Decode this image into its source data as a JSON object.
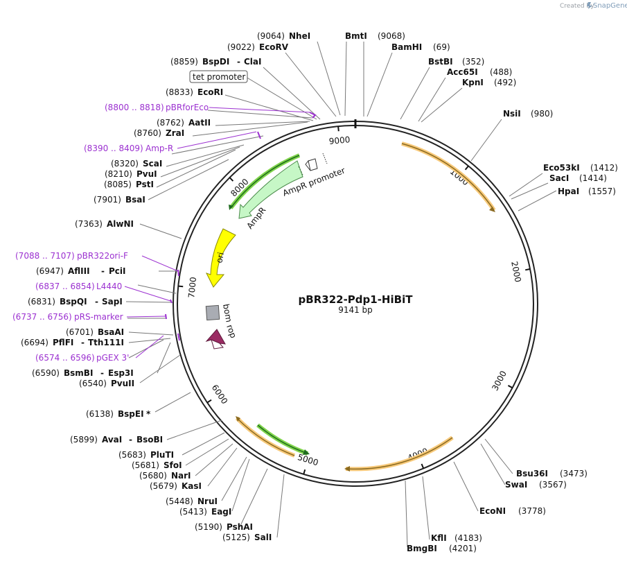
{
  "credit": {
    "prefix": "Created by",
    "brand": "SnapGene"
  },
  "plasmid": {
    "name": "pBR322-Pdp1-HiBiT",
    "length_label": "9141 bp"
  },
  "ticks": [
    "1000",
    "2000",
    "3000",
    "4000",
    "5000",
    "6000",
    "7000",
    "8000",
    "9000"
  ],
  "features": {
    "ampr": "AmpR",
    "ampr_promoter": "AmpR promoter",
    "ori": "ori",
    "bom": "bom",
    "rop": "rop"
  },
  "boxed_label": "tet promoter",
  "right_sites": [
    {
      "name": "BmtI",
      "pos": "(9068)"
    },
    {
      "name": "BamHI",
      "pos": "(69)"
    },
    {
      "name": "BstBI",
      "pos": "(352)"
    },
    {
      "name": "Acc65I",
      "pos": "(488)"
    },
    {
      "name": "KpnI",
      "pos": "(492)"
    },
    {
      "name": "NsiI",
      "pos": "(980)"
    },
    {
      "name": "Eco53kI",
      "pos": "(1412)"
    },
    {
      "name": "SacI",
      "pos": "(1414)"
    },
    {
      "name": "HpaI",
      "pos": "(1557)"
    },
    {
      "name": "Bsu36I",
      "pos": "(3473)"
    },
    {
      "name": "SwaI",
      "pos": "(3567)"
    },
    {
      "name": "EcoNI",
      "pos": "(3778)"
    },
    {
      "name": "KflI",
      "pos": "(4183)"
    },
    {
      "name": "BmgBI",
      "pos": "(4201)"
    }
  ],
  "left_sites": [
    {
      "pos": "(9064)",
      "name": "NheI"
    },
    {
      "pos": "(9022)",
      "name": "EcoRV"
    },
    {
      "pos": "(8859)",
      "name": "BspDI",
      "alt": "ClaI"
    },
    {
      "pos": "(8833)",
      "name": "EcoRI"
    },
    {
      "pos": "(8762)",
      "name": "AatII"
    },
    {
      "pos": "(8760)",
      "name": "ZraI"
    },
    {
      "pos": "(8320)",
      "name": "ScaI"
    },
    {
      "pos": "(8210)",
      "name": "PvuI"
    },
    {
      "pos": "(8085)",
      "name": "PstI"
    },
    {
      "pos": "(7901)",
      "name": "BsaI"
    },
    {
      "pos": "(7363)",
      "name": "AlwNI"
    },
    {
      "pos": "(6947)",
      "name": "AflIII",
      "alt": "PciI"
    },
    {
      "pos": "(6831)",
      "name": "BspQI",
      "alt": "SapI"
    },
    {
      "pos": "(6701)",
      "name": "BsaAI"
    },
    {
      "pos": "(6694)",
      "name": "PflFI",
      "alt": "Tth111I"
    },
    {
      "pos": "(6590)",
      "name": "BsmBI",
      "alt": "Esp3I"
    },
    {
      "pos": "(6540)",
      "name": "PvuII"
    },
    {
      "pos": "(6138)",
      "name": "BspEI",
      "star": "*"
    },
    {
      "pos": "(5899)",
      "name": "AvaI",
      "alt": "BsoBI"
    },
    {
      "pos": "(5683)",
      "name": "PluTI"
    },
    {
      "pos": "(5681)",
      "name": "SfoI"
    },
    {
      "pos": "(5680)",
      "name": "NarI"
    },
    {
      "pos": "(5679)",
      "name": "KasI"
    },
    {
      "pos": "(5448)",
      "name": "NruI"
    },
    {
      "pos": "(5413)",
      "name": "EagI"
    },
    {
      "pos": "(5190)",
      "name": "PshAI"
    },
    {
      "pos": "(5125)",
      "name": "SalI"
    }
  ],
  "primers": [
    {
      "range": "(8800 .. 8818)",
      "name": "pBRforEco"
    },
    {
      "range": "(8390 .. 8409)",
      "name": "Amp-R"
    },
    {
      "range": "(7088 .. 7107)",
      "name": "pBR322ori-F"
    },
    {
      "range": "(6837 .. 6854)",
      "name": "L4440"
    },
    {
      "range": "(6737 .. 6756)",
      "name": "pRS-marker"
    },
    {
      "range": "(6574 .. 6596)",
      "name": "pGEX 3'"
    }
  ],
  "colors": {
    "ampr": "#c6f7c6",
    "ori": "#ffff00",
    "bom": "#a9acb3",
    "rop": "#9b2b63",
    "primer": "#9b30d0",
    "orange_band": "#f7c97a",
    "green_band": "#7fd34a"
  }
}
